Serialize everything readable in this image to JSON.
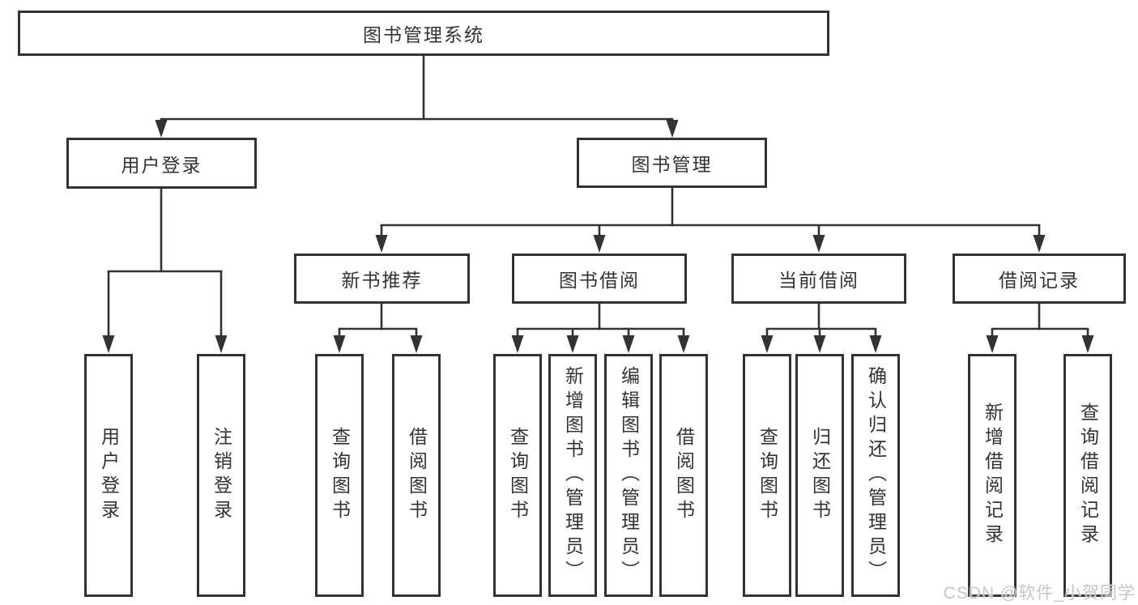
{
  "diagram": {
    "root": "图书管理系统",
    "children": [
      {
        "label": "用户登录",
        "children": [
          "用户登录",
          "注销登录"
        ]
      },
      {
        "label": "图书管理",
        "children": [
          {
            "label": "新书推荐",
            "children": [
              "查询图书",
              "借阅图书"
            ]
          },
          {
            "label": "图书借阅",
            "children": [
              "查询图书",
              "新增图书（管理员）",
              "编辑图书（管理员）",
              "借阅图书"
            ]
          },
          {
            "label": "当前借阅",
            "children": [
              "查询图书",
              "归还图书",
              "确认归还（管理员）"
            ]
          },
          {
            "label": "借阅记录",
            "children": [
              "新增借阅记录",
              "查询借阅记录"
            ]
          }
        ]
      }
    ]
  },
  "watermark": "CSDN @软件_小贺同学",
  "colors": {
    "line": "#333333",
    "box_border": "#333333",
    "text": "#333333",
    "watermark": "#c6c6c6",
    "background": "#ffffff"
  }
}
